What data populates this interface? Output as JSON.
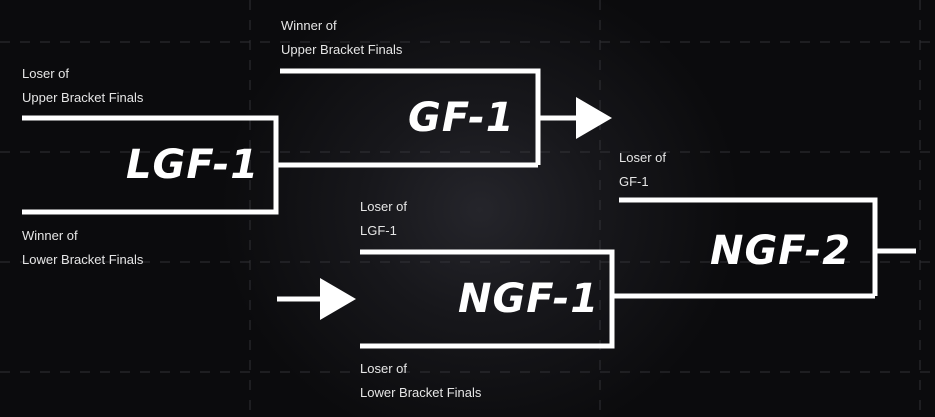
{
  "diagram": {
    "matches": {
      "gf1": "GF-1",
      "lgf1": "LGF-1",
      "ngf1": "NGF-1",
      "ngf2": "NGF-2"
    },
    "labels": {
      "gf1_top_line1": "Winner of",
      "gf1_top_line2": "Upper Bracket Finals",
      "lgf1_top_line1": "Loser of",
      "lgf1_top_line2": "Upper Bracket Finals",
      "lgf1_bottom_line1": "Winner of",
      "lgf1_bottom_line2": "Lower Bracket Finals",
      "ngf1_top_line1": "Loser of",
      "ngf1_top_line2": "LGF-1",
      "ngf1_bottom_line1": "Loser of",
      "ngf1_bottom_line2": "Lower Bracket Finals",
      "ngf2_top_line1": "Loser of",
      "ngf2_top_line2": "GF-1"
    },
    "colors": {
      "background": "#0b0b0d",
      "lines": "#ffffff",
      "grid": "#3a3a3f"
    }
  }
}
